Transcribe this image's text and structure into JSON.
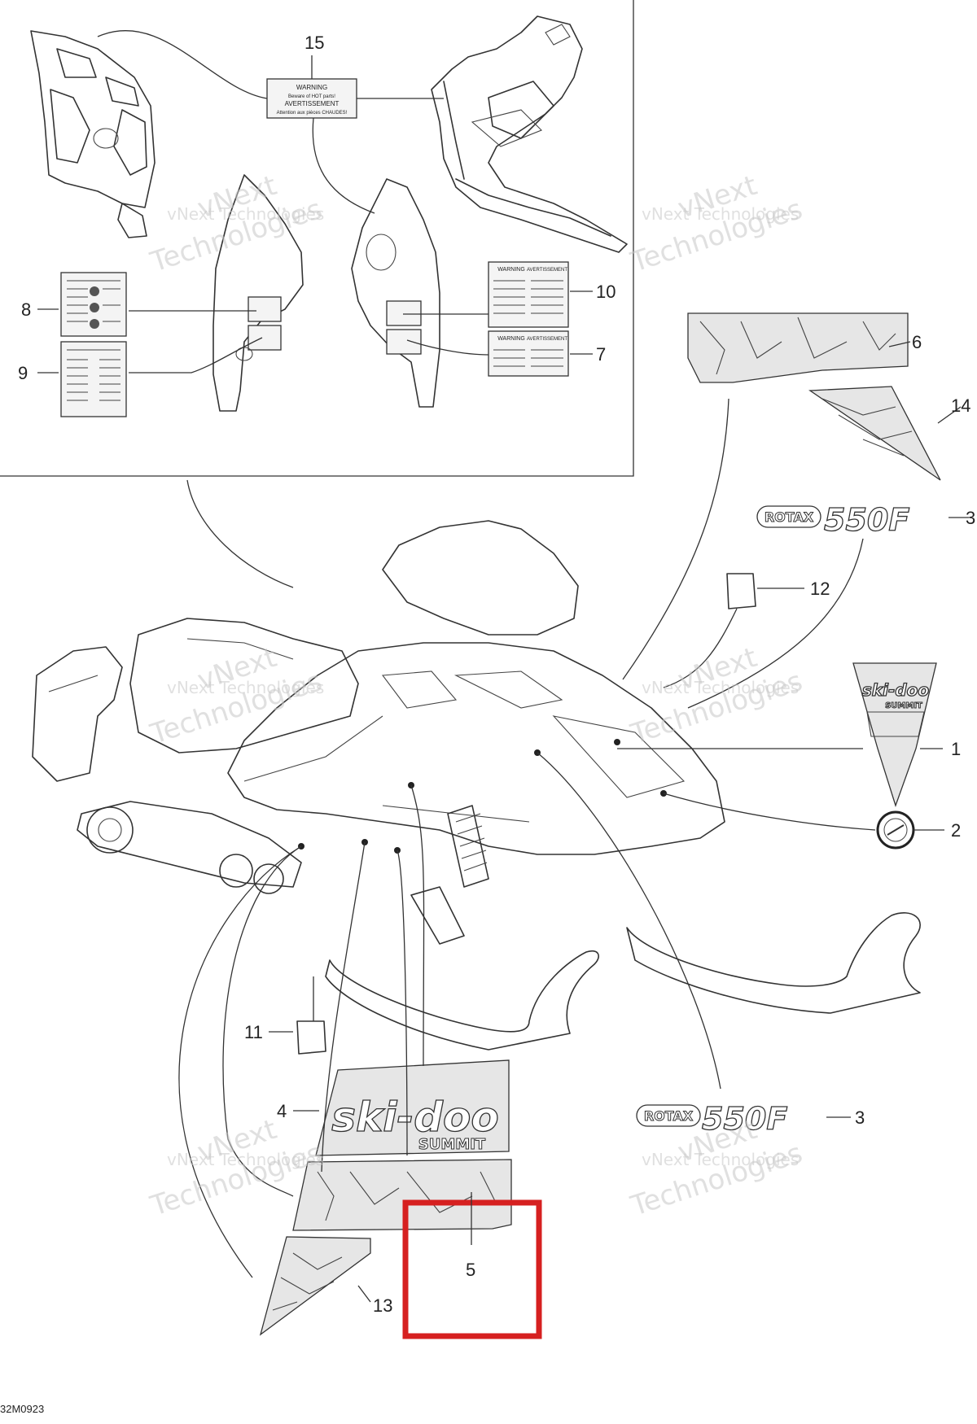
{
  "diagram": {
    "part_code": "32M0923",
    "watermark": [
      "vNext",
      "Technologies",
      "vNext Technologies"
    ],
    "callouts": [
      "1",
      "2",
      "3",
      "3",
      "4",
      "5",
      "6",
      "7",
      "8",
      "9",
      "10",
      "11",
      "12",
      "13",
      "14",
      "15"
    ],
    "label_15": {
      "line1": "WARNING",
      "line2": "Beware of HOT parts!",
      "line3": "AVERTISSEMENT",
      "line4": "Attention aux pièces CHAUDES!"
    },
    "label_10_headers": [
      "WARNING",
      "AVERTISSEMENT"
    ],
    "label_7_headers": [
      "WARNING",
      "AVERTISSEMENT"
    ],
    "decals": {
      "rotax_word": "ROTAX",
      "rotax_model": "550F",
      "brand": "ski-doo",
      "sub_brand": "SUMMIT"
    },
    "highlight_color": "#d62020"
  }
}
